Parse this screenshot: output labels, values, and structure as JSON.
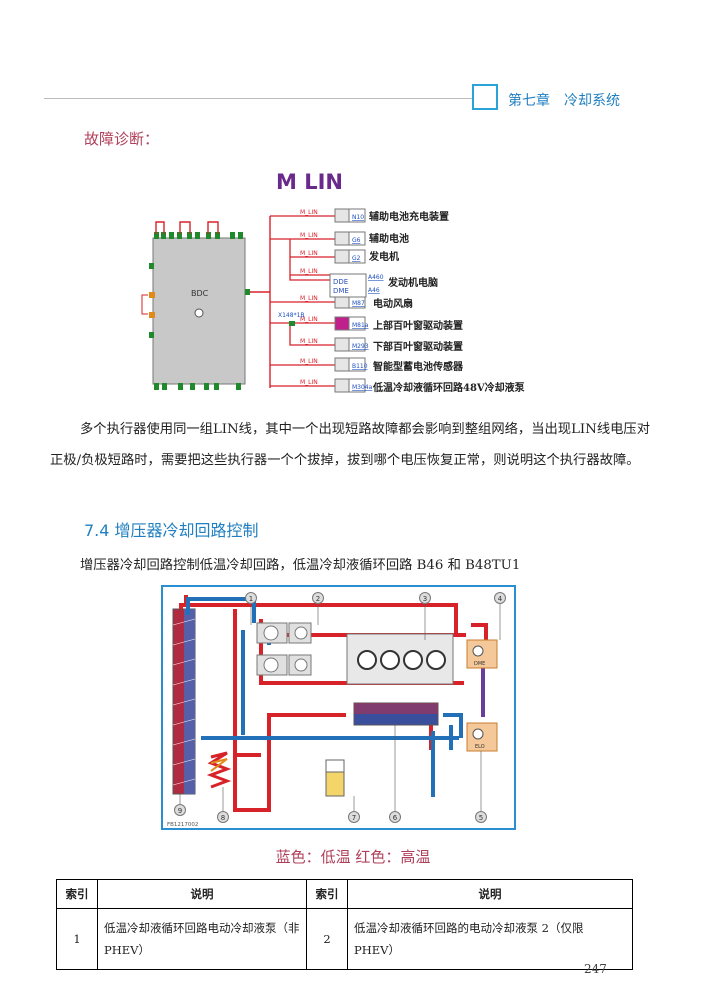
{
  "header": {
    "chapter": "第七章　冷却系统"
  },
  "fault_heading": "故障诊断：",
  "lin_diagram": {
    "title": "M  LIN",
    "controller": "BDC",
    "connector": "X148*1B",
    "bus_label": "M_LIN",
    "devices": [
      {
        "code": "N10",
        "name": "辅助电池充电装置"
      },
      {
        "code": "G6",
        "name": "辅助电池"
      },
      {
        "code": "G2",
        "name": "发电机"
      },
      {
        "code": "A460",
        "name": "发动机电脑"
      },
      {
        "code": "A46",
        "name": ""
      },
      {
        "code": "M87",
        "name": "电动风扇"
      },
      {
        "code": "M81a",
        "name": "上部百叶窗驱动装置"
      },
      {
        "code": "M293",
        "name": "下部百叶窗驱动装置"
      },
      {
        "code": "B110",
        "name": "智能型蓄电池传感器"
      },
      {
        "code": "M304a",
        "name": "低温冷却液循环回路48V冷却液泵"
      }
    ],
    "dde_label": "DDE",
    "dme_label": "DME"
  },
  "paragraph1": "多个执行器使用同一组LIN线，其中一个出现短路故障都会影响到整组网络，当出现LIN线电压对正极/负极短路时，需要把这些执行器一个个拔掉，拔到哪个电压恢复正常，则说明这个执行器故障。",
  "section_74": {
    "number": "7.4",
    "title": "增压器冷却回路控制"
  },
  "paragraph2": "增压器冷却回路控制低温冷却回路，低温冷却液循环回路 B46 和 B48TU1",
  "cooling_diagram": {
    "callouts": [
      "1",
      "2",
      "3",
      "4",
      "5",
      "6",
      "7",
      "8",
      "9"
    ],
    "figure_id": "FB1217002",
    "dme_label": "DME",
    "elo_label": "ELO",
    "colors": {
      "cold": "#2270b8",
      "hot": "#d8222a",
      "extra": "#6a3d9a"
    }
  },
  "color_caption": "蓝色：低温  红色：高温",
  "table": {
    "headers": [
      "索引",
      "说明",
      "索引",
      "说明"
    ],
    "rows": [
      [
        "1",
        "低温冷却液循环回路电动冷却液泵（非 PHEV）",
        "2",
        "低温冷却液循环回路的电动冷却液泵 2（仅限 PHEV）"
      ]
    ]
  },
  "page_number": "247"
}
